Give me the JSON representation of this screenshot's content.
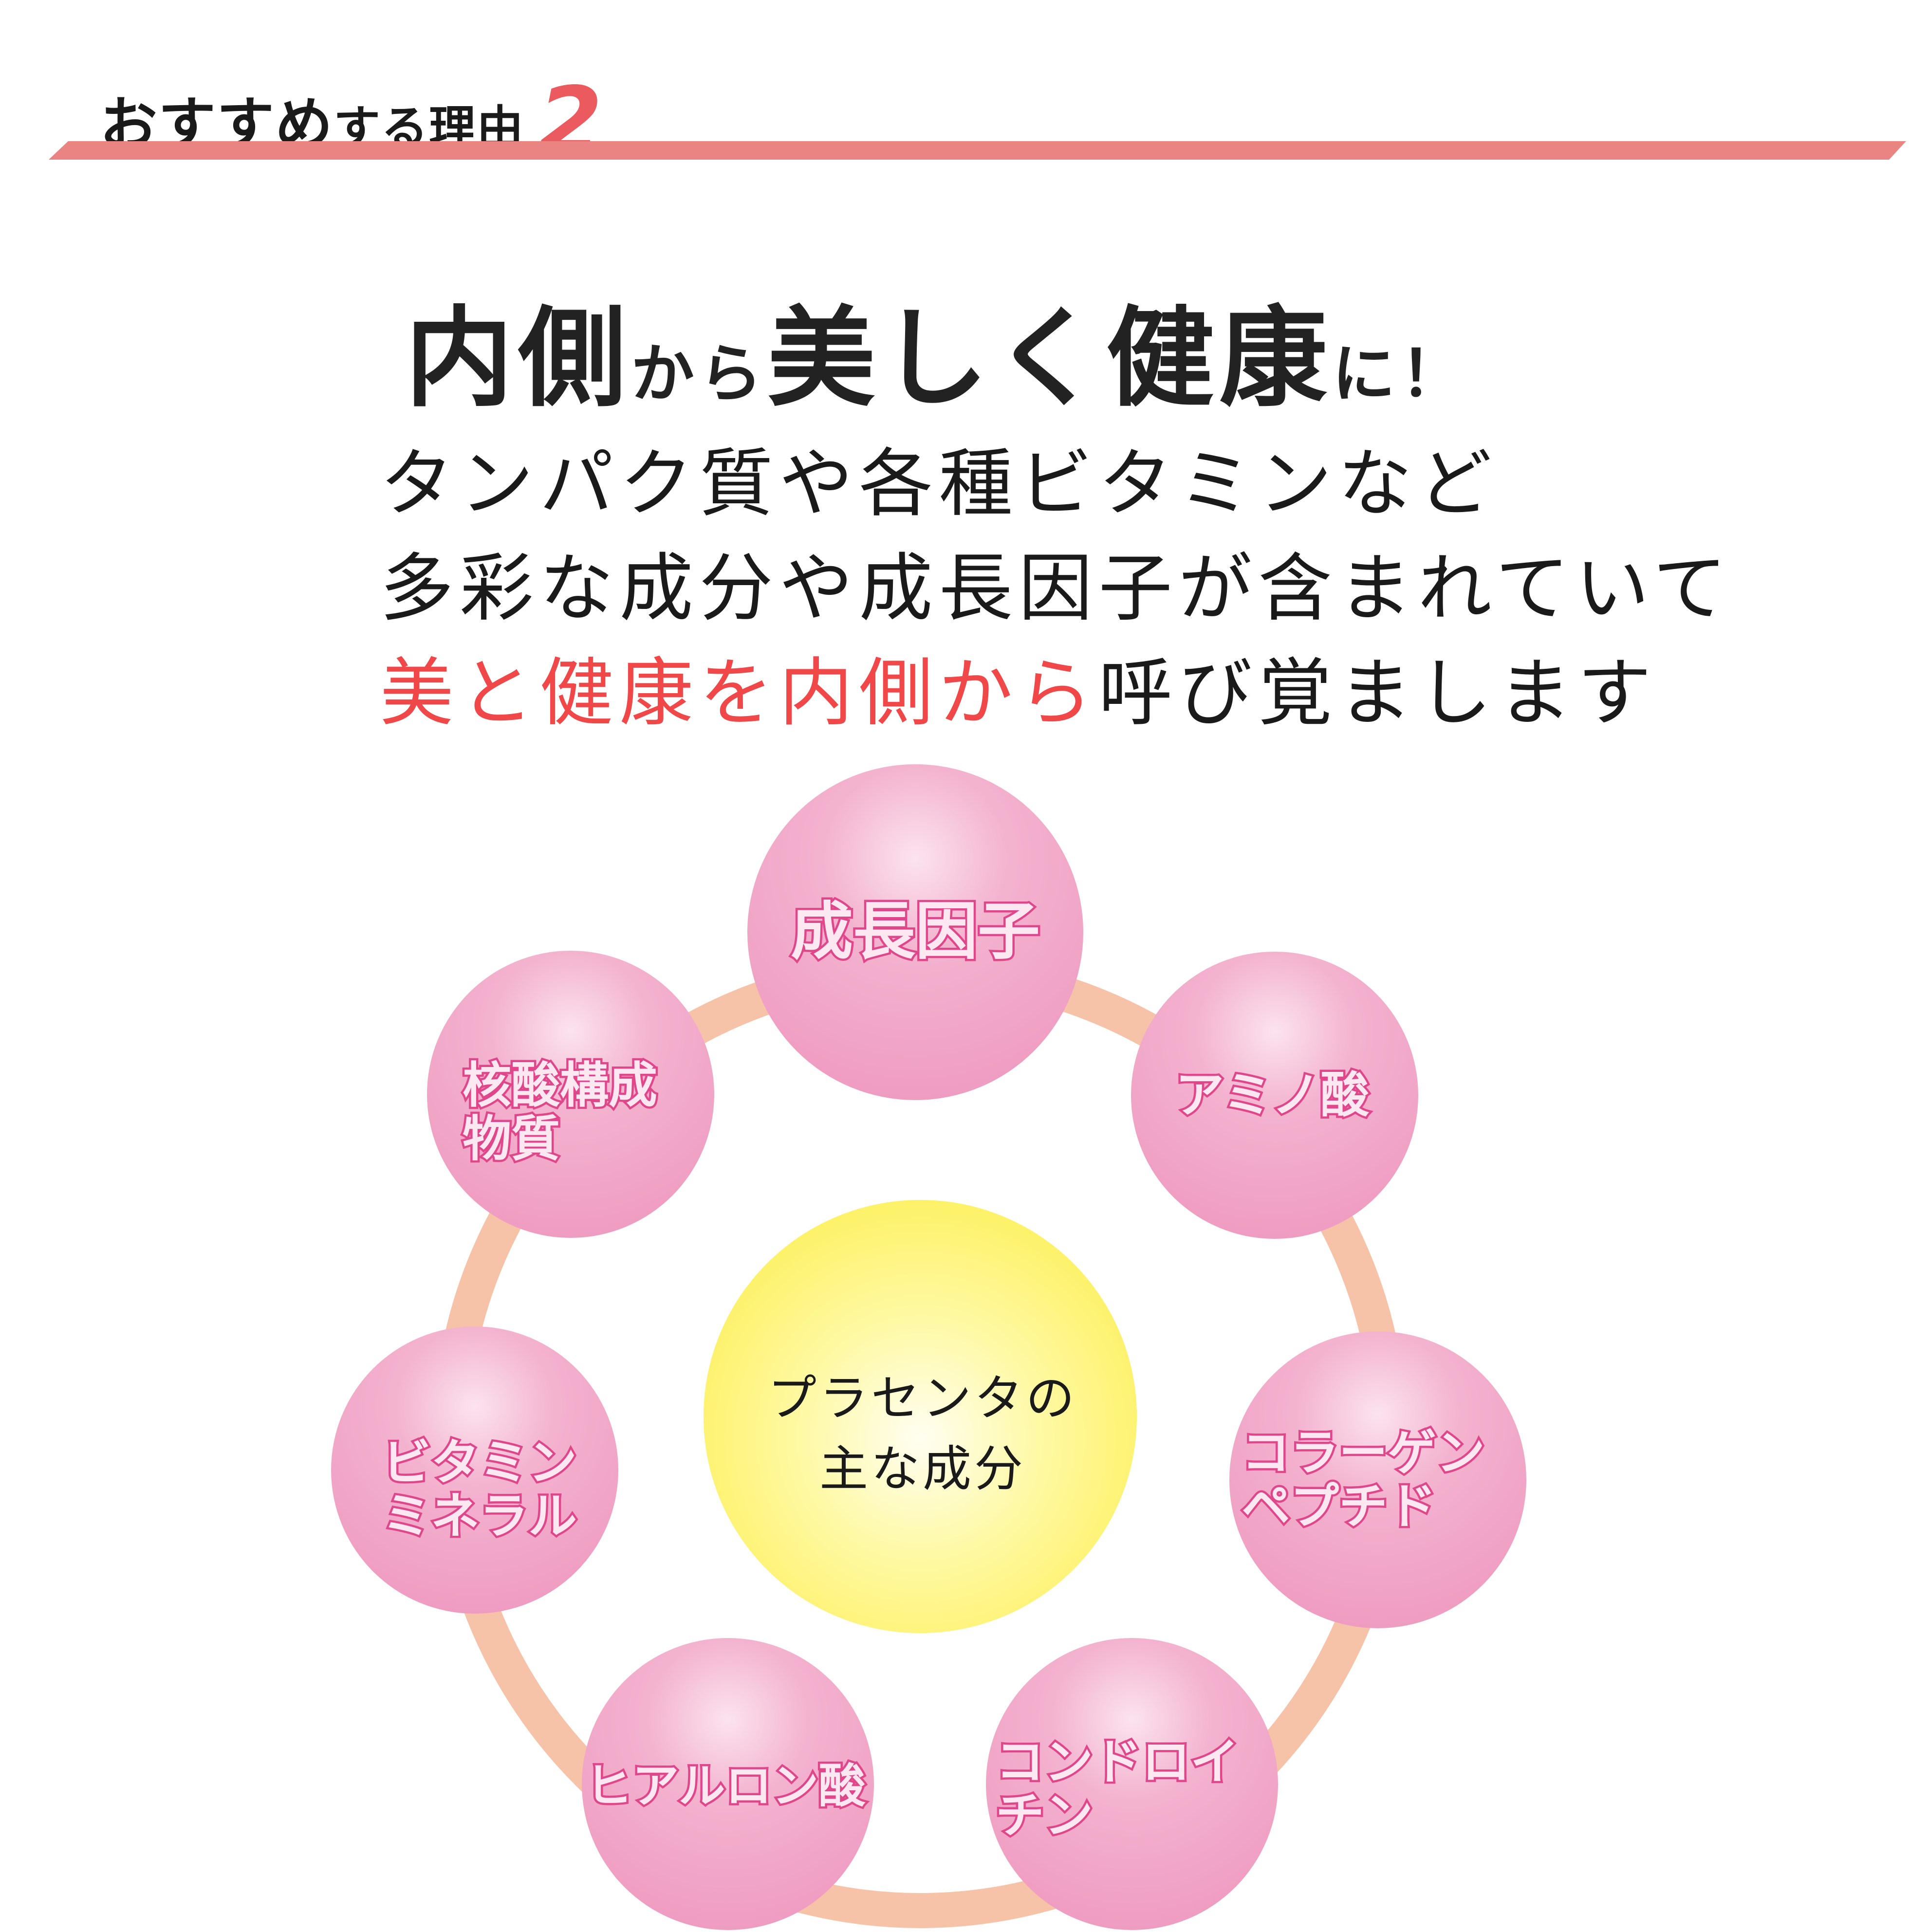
{
  "header": {
    "part1": "おすすめ",
    "part2": "する理由",
    "number": "2",
    "accent_color": "#ea5a5e",
    "bar_color": "#e98483"
  },
  "headline": {
    "p1": "内側",
    "p2": "から",
    "p3": "美しく健康",
    "p4": "に！"
  },
  "body": {
    "line1": "タンパク質や各種ビタミンなど",
    "line2": "多彩な成分や成長因子が含まれていて",
    "line3_highlight": "美と健康を内側から",
    "line3_rest": "呼び覚まします",
    "highlight_color": "#f04848"
  },
  "diagram": {
    "center_line1": "プラセンタの",
    "center_line2": "主な成分",
    "ring_color": "#f7c3a8",
    "bubble_color": "#f0a0c4",
    "center_color": "#fdf36a",
    "components": [
      "成長因子",
      "アミノ酸",
      "コラーゲン\nペプチド",
      "コンドロイ\nチン",
      "ヒアルロン酸",
      "ビタミン\nミネラル",
      "核酸構成\n物質"
    ]
  }
}
